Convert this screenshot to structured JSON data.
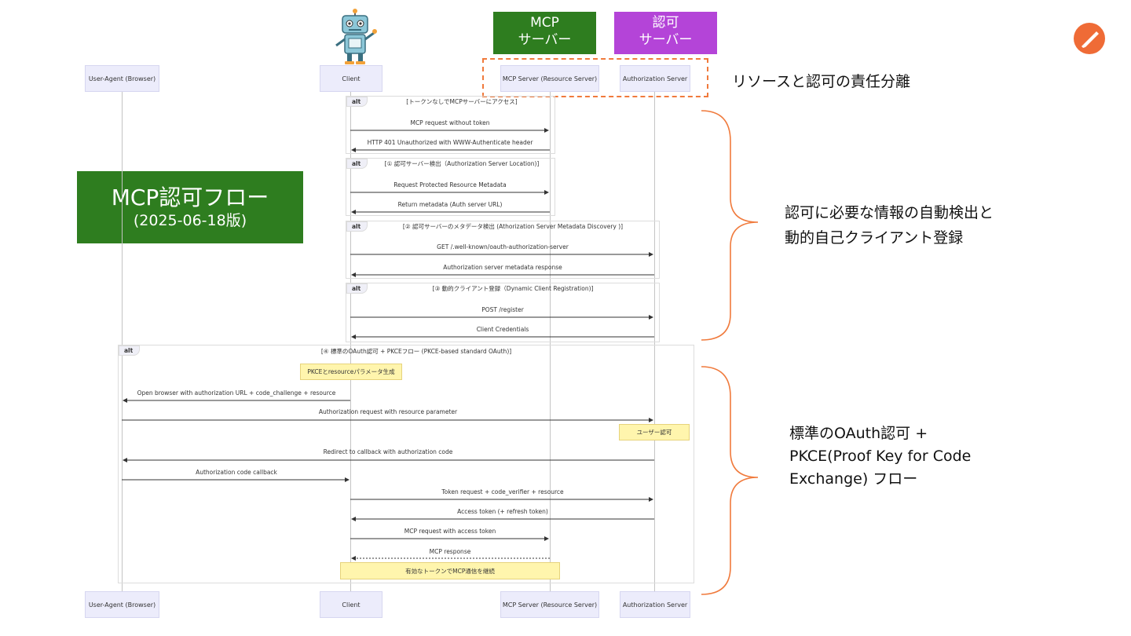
{
  "title": {
    "main": "MCP認可フロー",
    "sub": "(2025-06-18版)"
  },
  "badges": {
    "mcp_line1": "MCP",
    "mcp_line2": "サーバー",
    "auth_line1": "認可",
    "auth_line2": "サーバー"
  },
  "participants": {
    "user_agent": "User-Agent (Browser)",
    "client": "Client",
    "mcp_server": "MCP Server (Resource Server)",
    "auth_server": "Authorization Server"
  },
  "annotations": {
    "separation": "リソースと認可の責任分離",
    "discovery_line1": "認可に必要な情報の自動検出と",
    "discovery_line2": "動的自己クライアント登録",
    "oauth_line1": "標準のOAuth認可 +",
    "oauth_line2": "PKCE(Proof Key for Code",
    "oauth_line3": "Exchange) フロー"
  },
  "alts": {
    "tag": "alt",
    "a1": "[トークンなしでMCPサーバーにアクセス]",
    "a2": "[① 認可サーバー検出（Authorization Server Location)]",
    "a3": "[② 認可サーバーのメタデータ検出 (Athorization Server Metadata Discovery )]",
    "a4": "[③ 動的クライアント登録（Dynamic Client Registration)]",
    "a5": "[④ 標準のOAuth認可 + PKCEフロー (PKCE-based standard OAuth)]"
  },
  "messages": {
    "m1": "MCP request without token",
    "m2": "HTTP 401 Unauthorized with WWW-Authenticate header",
    "m3": "Request Protected Resource Metadata",
    "m4": "Return metadata (Auth server URL)",
    "m5": "GET /.well-known/oauth-authorization-server",
    "m6": "Authorization server metadata response",
    "m7": "POST /register",
    "m8": "Client Credentials",
    "m9": "Open browser with authorization URL + code_challenge + resource",
    "m10": "Authorization request with resource parameter",
    "m11": "Redirect to callback with authorization code",
    "m12": "Authorization code callback",
    "m13": "Token request + code_verifier + resource",
    "m14": "Access token (+ refresh token)",
    "m15": "MCP request with access token",
    "m16": "MCP response"
  },
  "notes": {
    "pkce": "PKCEとresourceパラメータ生成",
    "user_auth": "ユーザー認可",
    "continue": "有効なトークンでMCP通信を継続"
  },
  "colors": {
    "green": "#2e7d1f",
    "purple": "#b444d8",
    "orange": "#f07a3c",
    "note_yellow": "#fff5ad"
  },
  "icons": [
    "robot-icon",
    "pen-tool-icon"
  ]
}
